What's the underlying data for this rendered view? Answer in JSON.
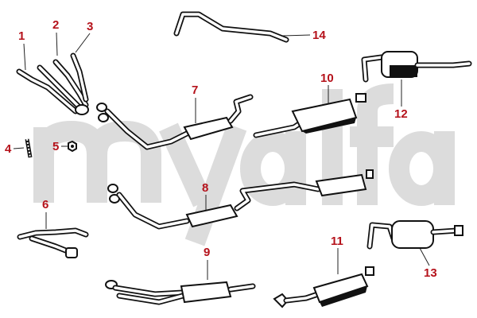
{
  "watermark": "myalfa",
  "label_color": "#b5121b",
  "callouts": [
    "1",
    "2",
    "3",
    "4",
    "5",
    "6",
    "7",
    "8",
    "9",
    "10",
    "11",
    "12",
    "13",
    "14"
  ],
  "parts": {
    "1": "manifold-1",
    "2": "manifold-2",
    "3": "manifold-3",
    "4": "stud",
    "5": "nut",
    "6": "exhaust-manifold",
    "7": "front-pipe-with-silencer",
    "8": "complete-exhaust-system",
    "9": "front-pipe-catalyst",
    "10": "rear-silencer",
    "11": "catalytic-converter",
    "12": "rear-silencer-tailpipe",
    "13": "rear-silencer-alt",
    "14": "tail-pipe"
  }
}
